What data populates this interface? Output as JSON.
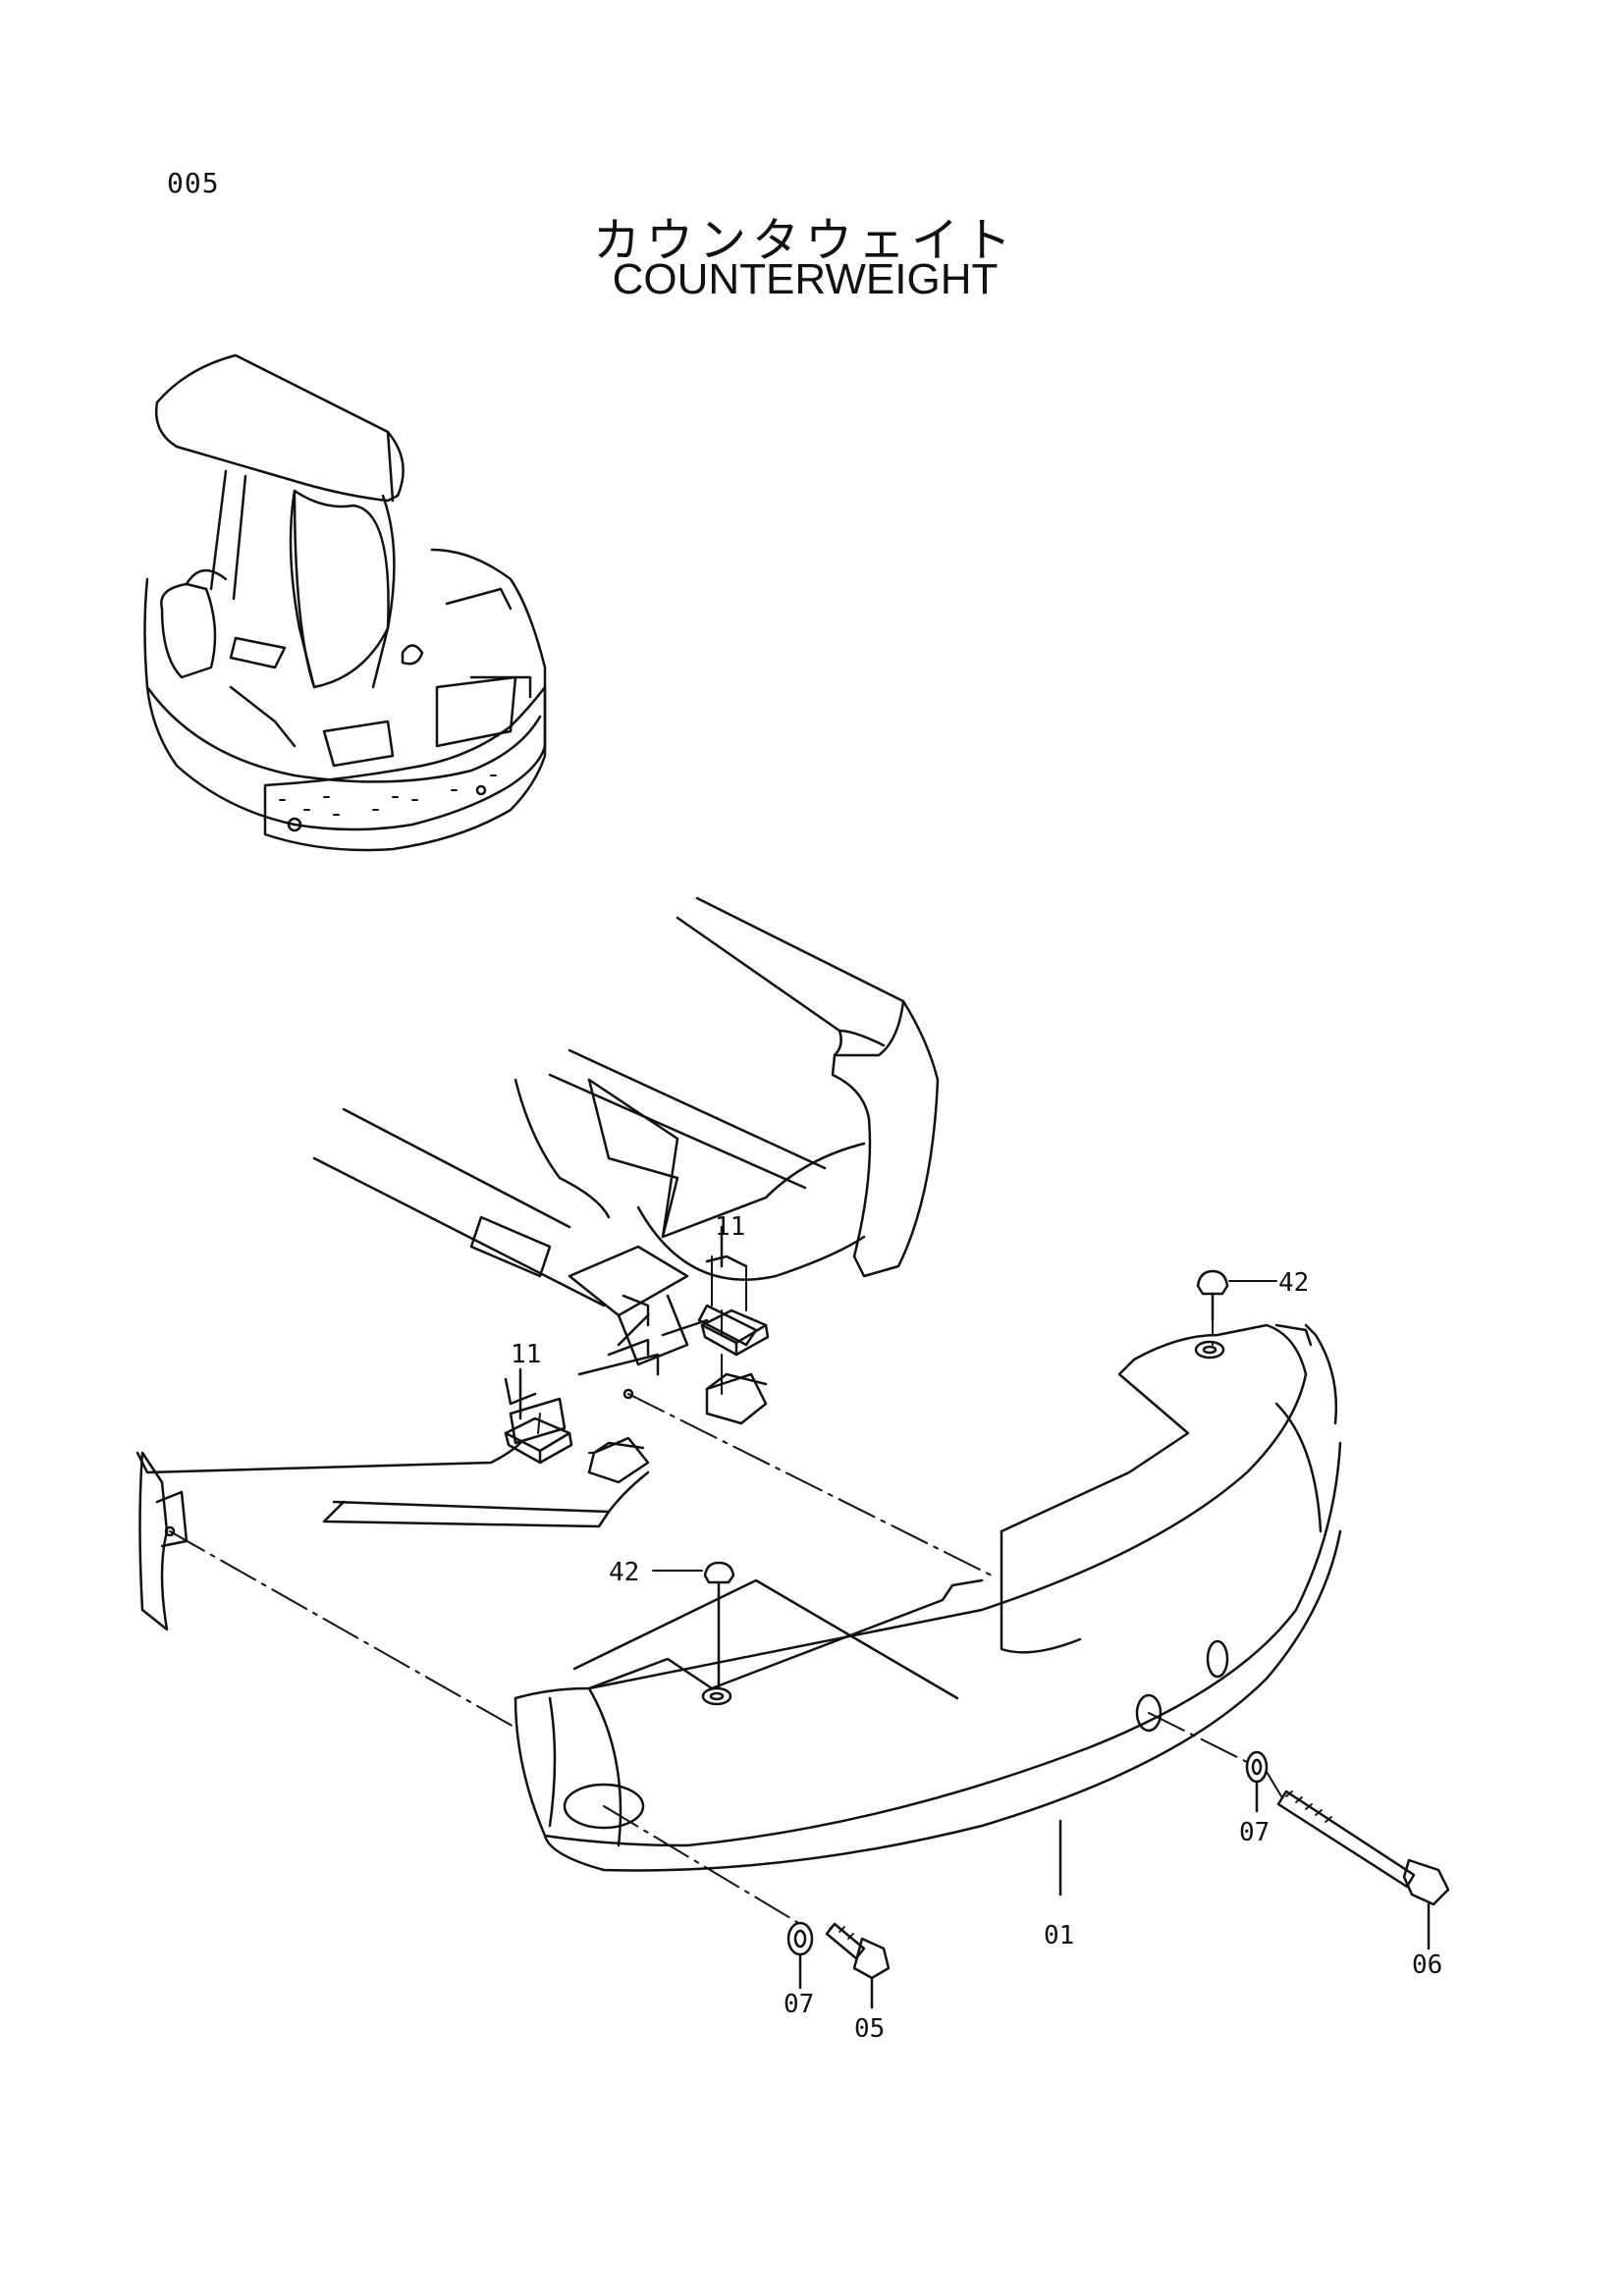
{
  "page": {
    "number": "005",
    "title_jp": "カウンタウェイト",
    "title_en": "COUNTERWEIGHT"
  },
  "callouts": {
    "c11_upper": "11",
    "c11_left": "11",
    "c42_top": "42",
    "c42_mid": "42",
    "c01": "01",
    "c05": "05",
    "c06": "06",
    "c07_left": "07",
    "c07_right": "07"
  }
}
